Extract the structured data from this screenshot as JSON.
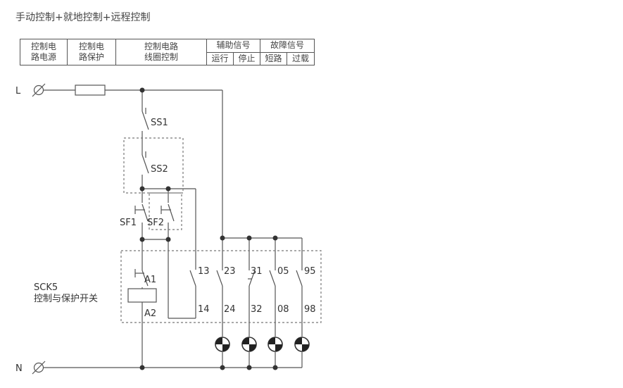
{
  "title": "手动控制+就地控制+远程控制",
  "header": {
    "col1": [
      "控制电",
      "路电源"
    ],
    "col2": [
      "控制电",
      "路保护"
    ],
    "col3": [
      "控制电路",
      "线圈控制"
    ],
    "aux": {
      "label": "辅助信号",
      "run": "运行",
      "stop": "停止"
    },
    "fault": {
      "label": "故障信号",
      "short": "短路",
      "overload": "过载"
    }
  },
  "lines": {
    "live": "L",
    "neutral": "N"
  },
  "switches": {
    "ss1": "SS1",
    "ss2": "SS2",
    "sf1": "SF1",
    "sf2": "SF2"
  },
  "device": {
    "name": "SCK5",
    "desc": "控制与保护开关",
    "a1": "A1",
    "a2": "A2"
  },
  "terminals": {
    "top": [
      "13",
      "23",
      "31",
      "05",
      "95"
    ],
    "bottom": [
      "14",
      "24",
      "32",
      "08",
      "98"
    ]
  }
}
